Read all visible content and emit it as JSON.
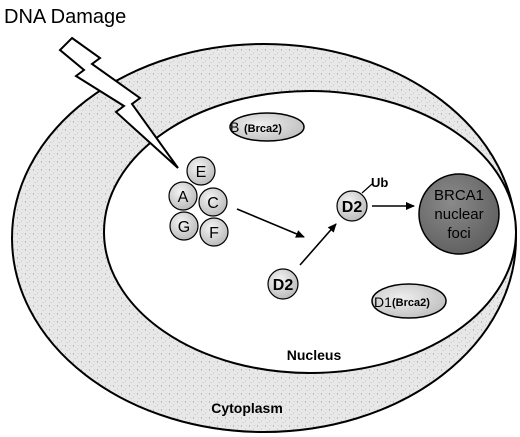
{
  "title": "DNA Damage",
  "labels": {
    "nucleus": "Nucleus",
    "cytoplasm": "Cytoplasm"
  },
  "proteins": {
    "B": "B",
    "B_sub": "(Brca2)",
    "D1": "D1",
    "D1_sub": "(Brca2)",
    "E": "E",
    "A": "A",
    "C": "C",
    "G": "G",
    "F": "F",
    "D2": "D2",
    "D2_ub": "D2",
    "ub": "Ub"
  },
  "foci": {
    "line1": "BRCA1",
    "line2": "nuclear",
    "line3": "foci"
  },
  "colors": {
    "cytoplasm_fill": "#e6e6e6",
    "nucleus_fill": "#ffffff",
    "protein_fill": "#d0d0d0",
    "oval_fill": "#cfcfcf",
    "foci_fill": "#707070",
    "stroke": "#000000"
  }
}
